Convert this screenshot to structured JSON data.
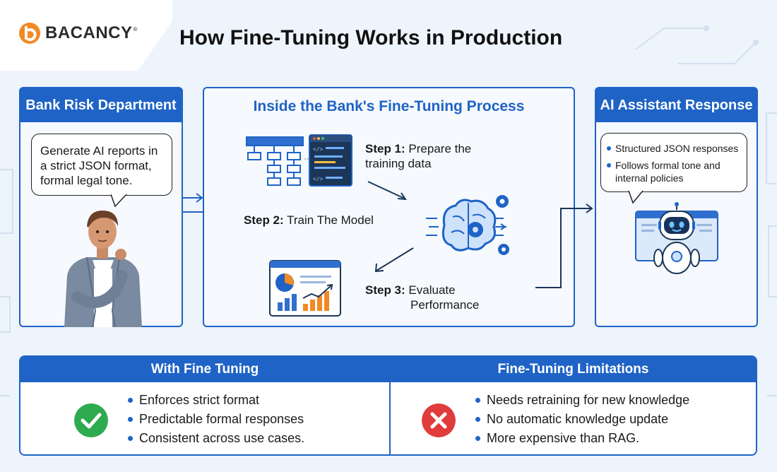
{
  "brand": {
    "name": "BACANCY",
    "reg": "®",
    "color": "#f08a24"
  },
  "title": "How Fine-Tuning Works in Production",
  "colors": {
    "accent": "#1f63c6",
    "check": "#2eaa4f",
    "cross": "#e03c3c",
    "orange": "#f08a24"
  },
  "left_panel": {
    "heading": "Bank Risk Department",
    "bubble_lines": [
      "Generate AI reports in",
      "a strict JSON format,",
      "formal legal tone."
    ]
  },
  "middle_panel": {
    "heading": "Inside the Bank's Fine-Tuning Process",
    "step1": {
      "label": "Step 1:",
      "text_lines": [
        "Prepare the",
        "training data"
      ]
    },
    "step2": {
      "label": "Step 2:",
      "text": "Train The Model"
    },
    "step3": {
      "label": "Step 3:",
      "text_lines": [
        "Evaluate",
        "Performance"
      ]
    }
  },
  "right_panel": {
    "heading": "AI Assistant Response",
    "items": [
      "Structured JSON responses",
      "Follows formal tone and internal policies"
    ]
  },
  "bottom": {
    "left": {
      "heading": "With Fine Tuning",
      "icon": "check-icon",
      "items": [
        "Enforces strict format",
        "Predictable formal responses",
        "Consistent across use cases."
      ]
    },
    "right": {
      "heading": "Fine-Tuning Limitations",
      "icon": "cross-icon",
      "items": [
        "Needs retraining for new knowledge",
        "No automatic knowledge update",
        "More expensive than RAG."
      ]
    }
  }
}
